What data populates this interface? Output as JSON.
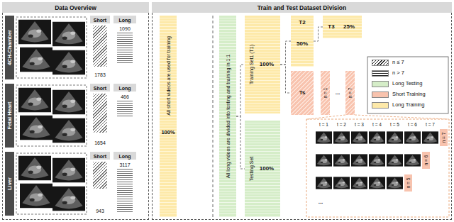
{
  "diagram": {
    "nodes": [
      {
        "text": [
          "Data Overview"
        ]
      },
      {
        "text": [
          "4CH-Chamber"
        ],
        "in": 0
      },
      {
        "text": [
          "Short",
          "1783"
        ],
        "in": 0
      },
      {
        "text": [
          "Long",
          "1090"
        ],
        "in": 0
      },
      {
        "text": [
          "Fetal Heart"
        ],
        "in": 0
      },
      {
        "text": [
          "Short",
          "1654"
        ],
        "in": 0
      },
      {
        "text": [
          "Long",
          "466"
        ],
        "in": 0
      },
      {
        "text": [
          "Liver"
        ],
        "in": 0
      },
      {
        "text": [
          "Short",
          "943"
        ],
        "in": 0
      },
      {
        "text": [
          "Long",
          "3117"
        ],
        "in": 0
      },
      {
        "text": [
          "Train and Test Dataset Division"
        ]
      },
      {
        "text": [
          "All short videos are used for training",
          "100%"
        ],
        "in": 10
      },
      {
        "text": [
          "All long videos are divided into testing and training in 1:1"
        ],
        "in": 10
      },
      {
        "text": [
          "Training Set1 (T1)",
          "100%"
        ],
        "in": 10
      },
      {
        "text": [
          "T2",
          "50%"
        ],
        "in": 10
      },
      {
        "text": [
          "T3",
          "25%"
        ],
        "in": 10
      },
      {
        "text": [
          "Ts"
        ],
        "in": 10
      },
      {
        "text": [
          "n = 1"
        ],
        "in": 10
      },
      {
        "text": [
          "n = 7"
        ],
        "in": 10
      },
      {
        "text": [
          "Testing Set",
          "100%"
        ],
        "in": 10
      },
      {
        "text": [
          "n = 7"
        ],
        "in": 10
      },
      {
        "text": [
          "n = 6"
        ],
        "in": 10
      },
      {
        "text": [
          "n = 5"
        ],
        "in": 10
      }
    ],
    "edges": [
      {
        "from": 12,
        "to": 13,
        "arrow": "none"
      },
      {
        "from": 12,
        "to": 19,
        "arrow": "none"
      },
      {
        "from": 13,
        "to": 14,
        "arrow": "none"
      },
      {
        "from": 14,
        "to": 15,
        "arrow": "none"
      },
      {
        "from": 13,
        "to": 16,
        "arrow": "none"
      }
    ],
    "labels": [
      "...",
      "t = 1",
      "t = 2",
      "t = 3",
      "t = 4",
      "t = 5",
      "t = 6",
      "t = 7",
      "..."
    ],
    "legend": [
      {
        "text": "n ≤ 7"
      },
      {
        "text": "n > 7"
      },
      {
        "text": "Long Testing",
        "color": "#d5edc8"
      },
      {
        "text": "Short Training",
        "color": "#f8c3ae"
      },
      {
        "text": "Long Training",
        "color": "#fde9a9"
      }
    ]
  }
}
